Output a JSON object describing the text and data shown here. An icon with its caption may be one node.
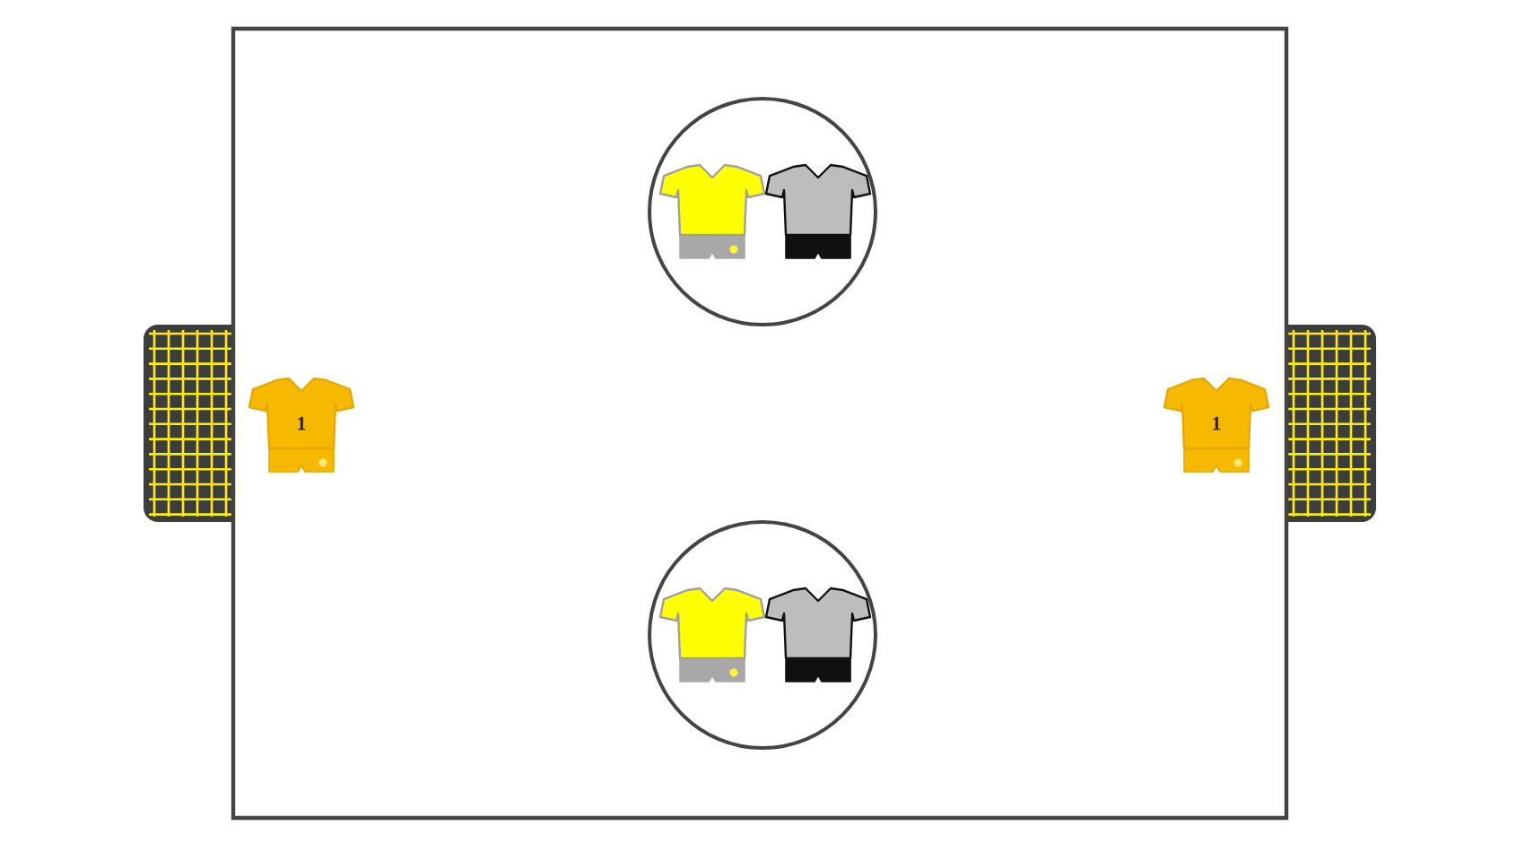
{
  "diagram": {
    "nodes": [
      {
        "text": [],
        "shape": "circle"
      },
      {
        "text": [],
        "shape": "picture",
        "in": 0
      },
      {
        "text": [],
        "shape": "picture",
        "in": 0
      },
      {
        "text": [
          "1"
        ]
      },
      {
        "text": [
          "1"
        ]
      },
      {
        "text": [],
        "shape": "circle"
      },
      {
        "text": [],
        "shape": "picture",
        "in": 5
      },
      {
        "text": [],
        "shape": "picture",
        "in": 5
      }
    ]
  }
}
